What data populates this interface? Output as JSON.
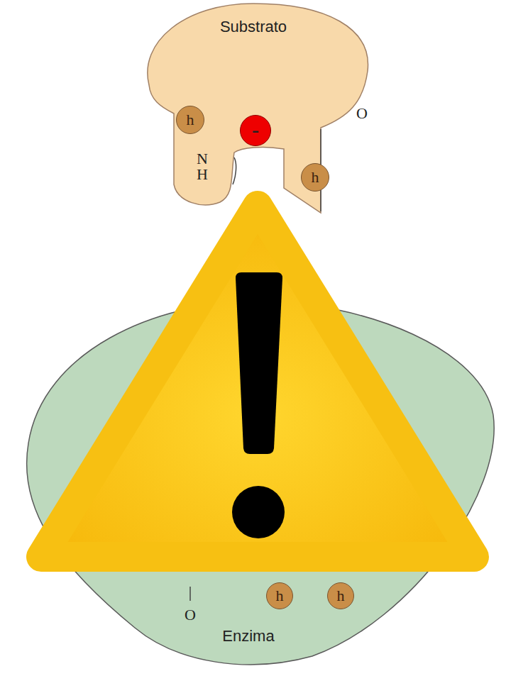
{
  "diagram": {
    "nodes": [
      {
        "text": [
          "Substrato",
          "N H",
          "O"
        ]
      },
      {
        "text": [
          "h"
        ],
        "in": 0
      },
      {
        "text": [
          "–"
        ],
        "in": 0
      },
      {
        "text": [
          "h"
        ],
        "in": 0
      },
      {
        "text": [
          "O",
          "Enzima"
        ]
      },
      {
        "text": [
          "h"
        ],
        "in": 4
      },
      {
        "text": [
          "h"
        ],
        "in": 4
      }
    ]
  }
}
